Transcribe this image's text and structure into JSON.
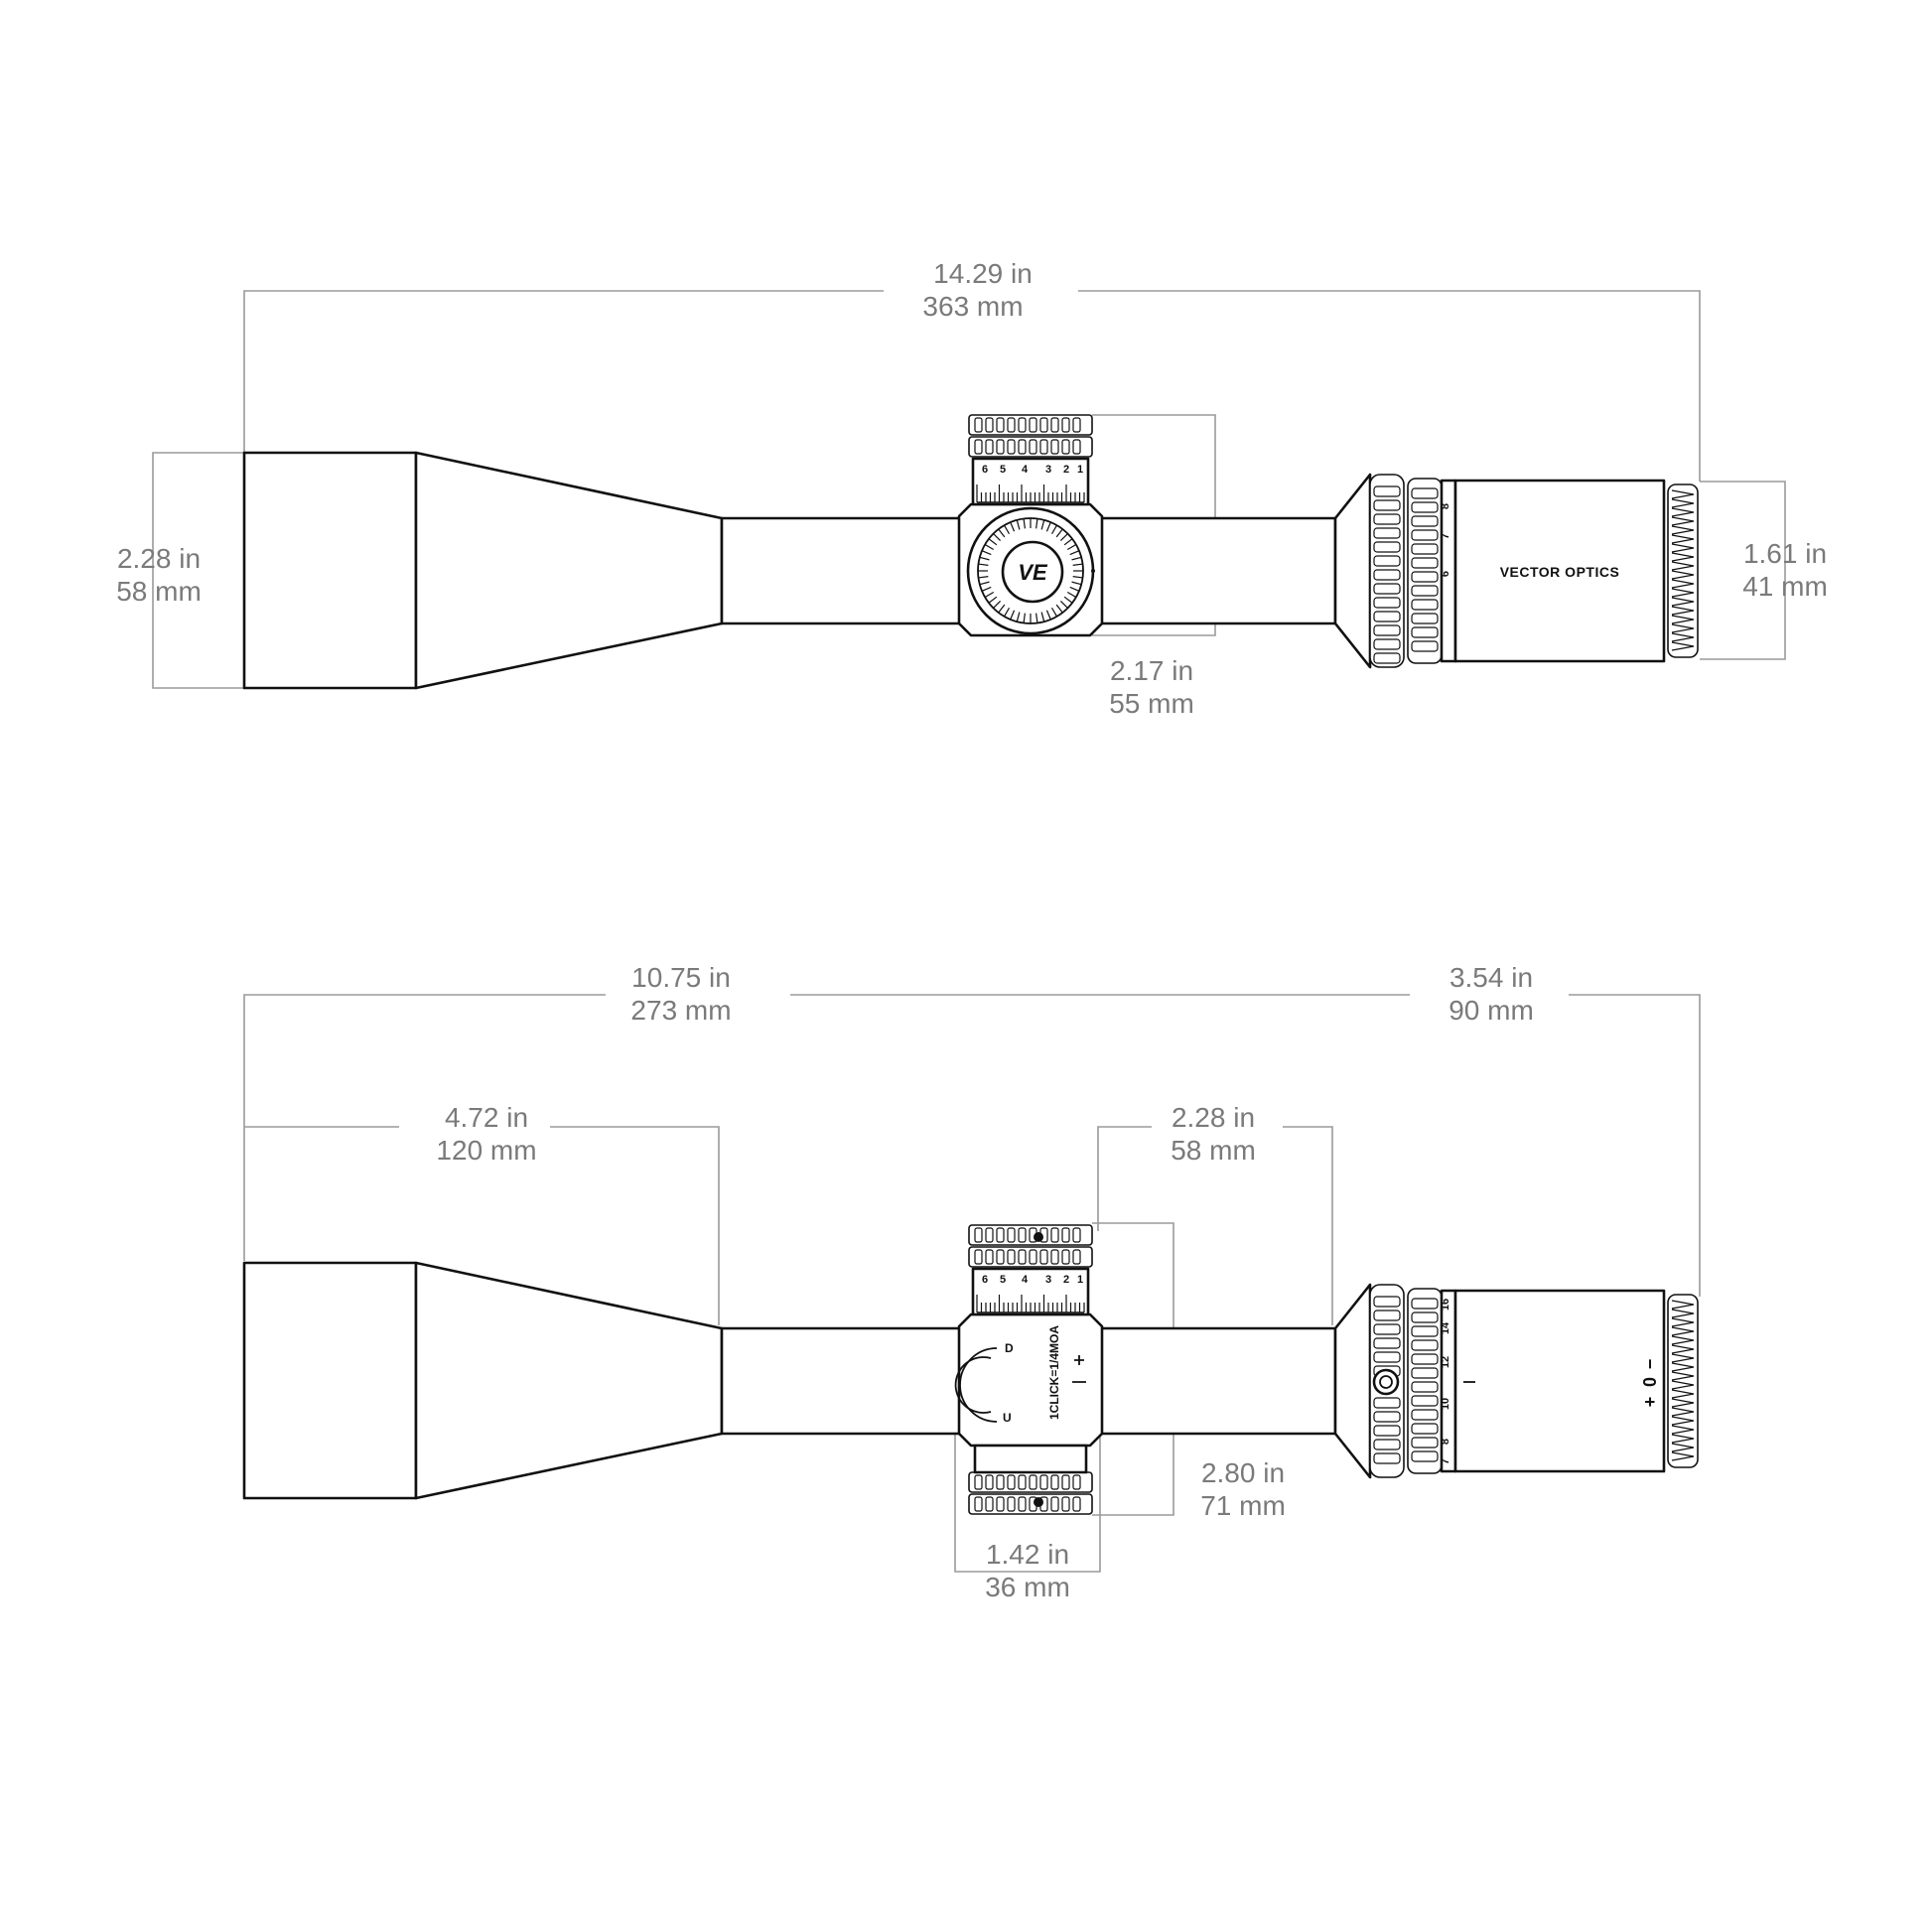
{
  "top_view": {
    "overall_length": {
      "in": "14.29 in",
      "mm": "363 mm"
    },
    "objective_height": {
      "in": "2.28 in",
      "mm": "58 mm"
    },
    "turret_height": {
      "in": "2.17 in",
      "mm": "55 mm"
    },
    "eyepiece_height": {
      "in": "1.61 in",
      "mm": "41 mm"
    },
    "brand": "VECTOR OPTICS",
    "logo_text": "VE",
    "turret_scale": [
      "6",
      "5",
      "4",
      "3",
      "2",
      "1"
    ],
    "mag_scale": [
      "8",
      "7",
      "6"
    ]
  },
  "side_view": {
    "length_to_eyepiece": {
      "in": "10.75 in",
      "mm": "273 mm"
    },
    "eyepiece_length": {
      "in": "3.54 in",
      "mm": "90 mm"
    },
    "objective_bell_length": {
      "in": "4.72 in",
      "mm": "120 mm"
    },
    "turret_to_eyepiece": {
      "in": "2.28 in",
      "mm": "58 mm"
    },
    "turret_total_height": {
      "in": "2.80 in",
      "mm": "71 mm"
    },
    "saddle_width": {
      "in": "1.42 in",
      "mm": "36 mm"
    },
    "turret_scale": [
      "6",
      "5",
      "4",
      "3",
      "2",
      "1"
    ],
    "dial_u": "U",
    "dial_d": "D",
    "dial_text": "1CLICK=1/4MOA",
    "mag_scale": [
      "7",
      "8",
      "10",
      "12",
      "14",
      "16"
    ],
    "diopter_plus": "+",
    "diopter_zero": "0",
    "diopter_minus": "−"
  }
}
